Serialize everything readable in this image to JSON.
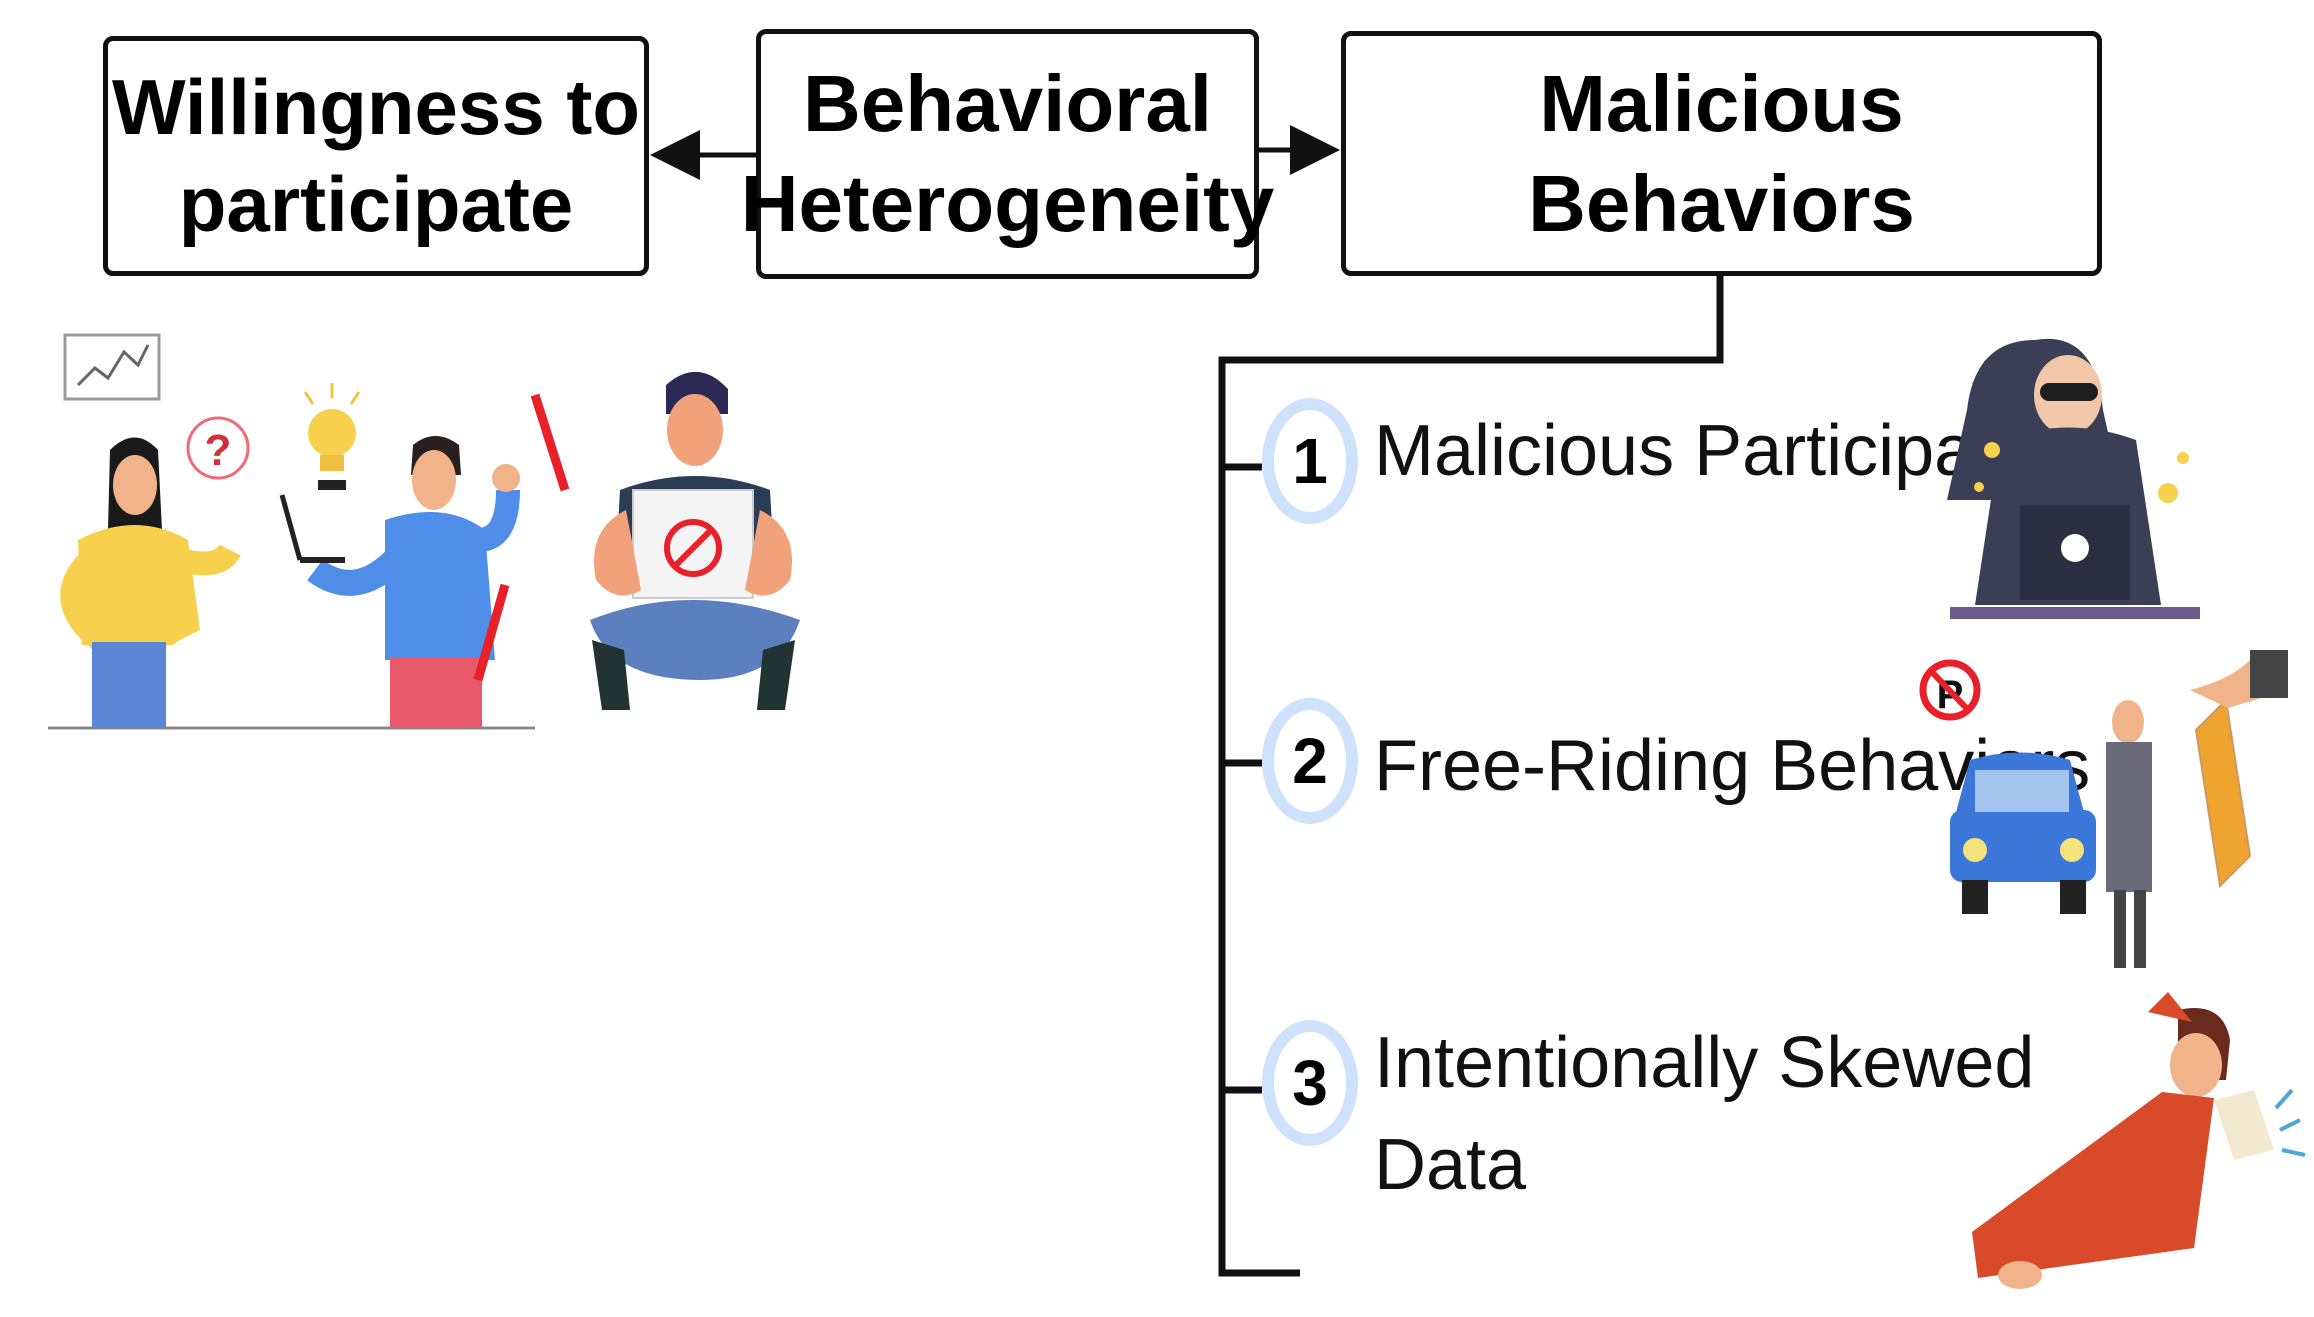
{
  "boxes": {
    "willingness": [
      "Willingness to",
      "participate"
    ],
    "behavioral": [
      "Behavioral",
      "Heterogeneity"
    ],
    "malicious": "Malicious Behaviors"
  },
  "items": [
    {
      "number": "1",
      "label": [
        "Malicious Participants"
      ]
    },
    {
      "number": "2",
      "label": [
        "Free-Riding Behaviors"
      ]
    },
    {
      "number": "3",
      "label": [
        "Intentionally Skewed",
        "Data"
      ]
    }
  ],
  "colors": {
    "box_border": "#111111",
    "badge_ring": "#cfe2fb",
    "accent_red": "#e8202a",
    "hoodie": "#3a3f55"
  }
}
